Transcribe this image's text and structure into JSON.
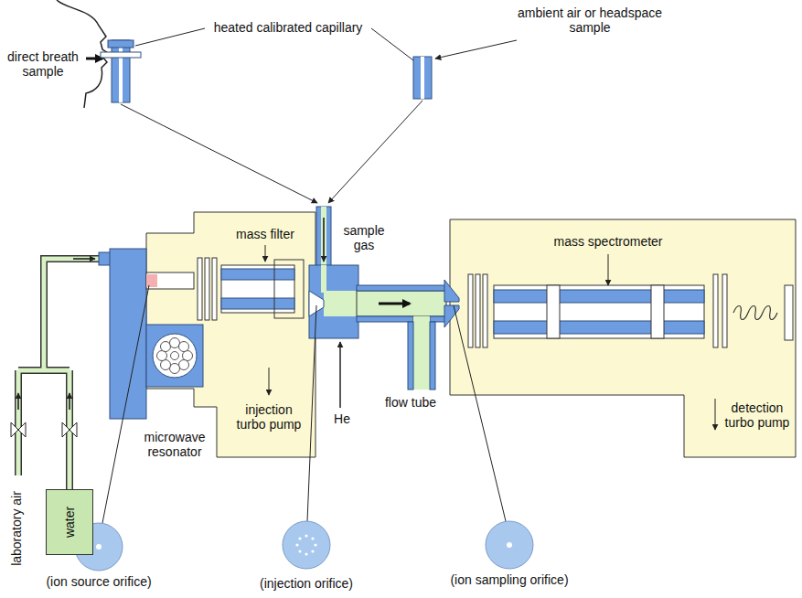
{
  "diagram": {
    "nodes": [
      {
        "text": [
          "mass filter",
          "injection turbo pump"
        ]
      },
      {
        "text": [
          "mass spectrometer",
          "detection turbo pump"
        ]
      },
      {
        "text": [
          "microwave resonator"
        ]
      },
      {
        "text": [
          "water"
        ]
      }
    ],
    "labels": [
      "direct breath sample",
      "heated calibrated capillary",
      "ambient air or headspace sample",
      "sample gas",
      "He",
      "flow tube",
      "laboratory air",
      "(ion source orifice)",
      "(injection orifice)",
      "(ion sampling orifice)"
    ]
  }
}
